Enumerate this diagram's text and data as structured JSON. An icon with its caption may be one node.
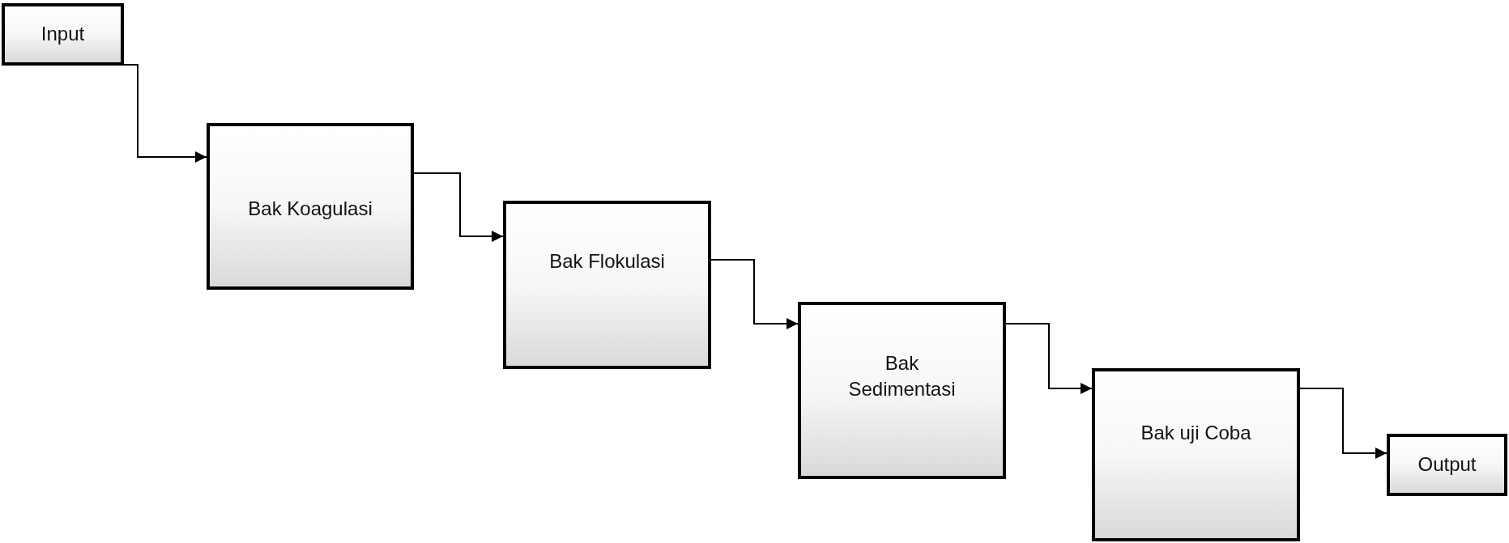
{
  "diagram": {
    "nodes": [
      {
        "text": [
          "Input"
        ]
      },
      {
        "text": [
          "Bak Koagulasi"
        ]
      },
      {
        "text": [
          "Bak Flokulasi"
        ]
      },
      {
        "text": [
          "Bak Sedimentasi"
        ]
      },
      {
        "text": [
          "Bak uji Coba"
        ]
      },
      {
        "text": [
          "Output"
        ]
      }
    ],
    "edges": [
      {
        "from": 0,
        "to": 1,
        "arrow": "to"
      },
      {
        "from": 1,
        "to": 2,
        "arrow": "to"
      },
      {
        "from": 2,
        "to": 3,
        "arrow": "to"
      },
      {
        "from": 3,
        "to": 4,
        "arrow": "to"
      },
      {
        "from": 4,
        "to": 5,
        "arrow": "to"
      }
    ]
  }
}
